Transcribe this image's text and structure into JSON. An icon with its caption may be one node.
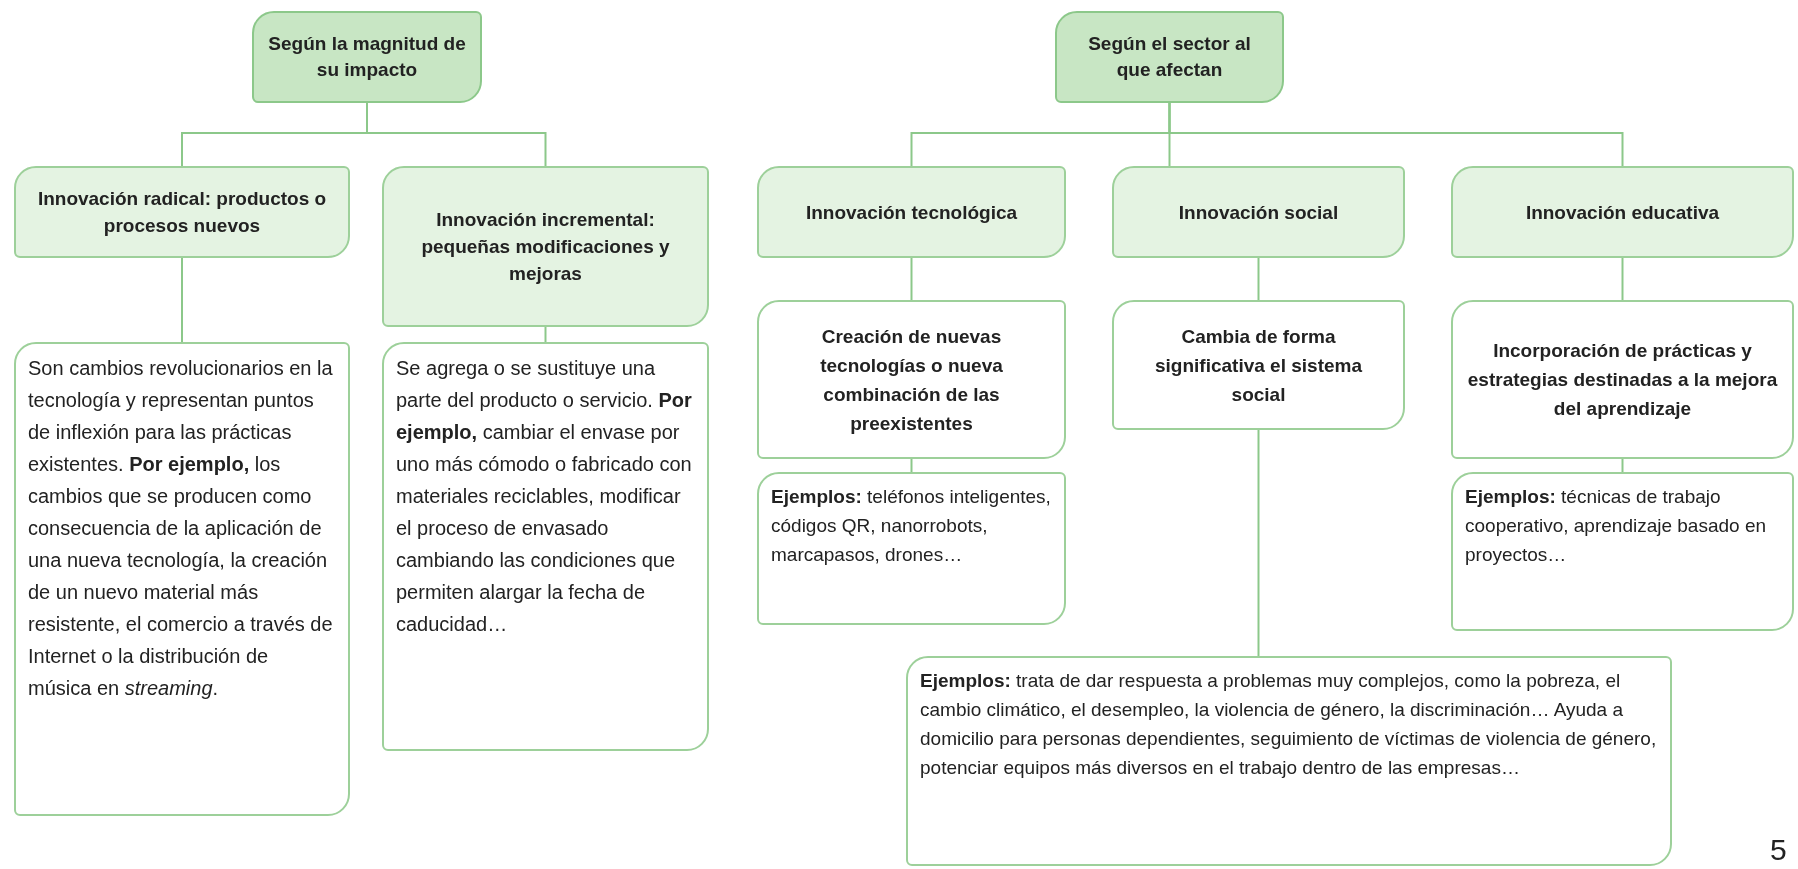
{
  "diagram": {
    "nodes": [
      {
        "text": [
          "Según la magnitud de su impacto"
        ]
      },
      {
        "text": [
          "Según el sector al que afectan"
        ]
      },
      {
        "text": [
          "Innovación radical: productos o procesos nuevos"
        ]
      },
      {
        "text": [
          "Innovación incremental: pequeñas modificaciones y mejoras"
        ]
      },
      {
        "text": [
          "Son cambios revolucionarios en la tecnología y representan puntos de inflexión para las prácticas existentes. **Por ejemplo,** los cambios que se producen como consecuencia de la aplicación de una nueva tecnología, la creación de un nuevo material más resistente, el comercio a través de Internet o la distribución de música en *streaming*."
        ]
      },
      {
        "text": [
          "Se agrega o se sustituye una parte del producto o servicio. **Por ejemplo,** cambiar el envase por uno más cómodo o fabricado con materiales reciclables, modificar el proceso de envasado cambiando las condiciones que permiten alargar la fecha de caducidad…"
        ]
      },
      {
        "text": [
          "Innovación tecnológica"
        ]
      },
      {
        "text": [
          "Innovación social"
        ]
      },
      {
        "text": [
          "Innovación educativa"
        ]
      },
      {
        "text": [
          "Creación de nuevas tecnologías o nueva combinación de las preexistentes"
        ]
      },
      {
        "text": [
          "Cambia de forma significativa el sistema social"
        ]
      },
      {
        "text": [
          "Incorporación de prácticas y estrategias destinadas a la mejora del aprendizaje"
        ]
      },
      {
        "text": [
          "**Ejemplos:** teléfonos inteligentes, códigos QR, nanorrobots, marcapasos, drones…"
        ]
      },
      {
        "text": [
          "**Ejemplos:** técnicas de trabajo cooperativo, aprendizaje basado en proyectos…"
        ]
      },
      {
        "text": [
          "**Ejemplos:** trata de dar respuesta a problemas muy complejos, como la pobreza, el cambio climático, el desempleo, la violencia de género, la discriminación… Ayuda a domicilio para personas dependientes, seguimiento de víctimas de violencia de género, potenciar equipos más diversos en el trabajo dentro de las empresas…"
        ]
      }
    ],
    "edges": [
      {
        "from": 0,
        "to": 2,
        "arrow": "none"
      },
      {
        "from": 0,
        "to": 3,
        "arrow": "none"
      },
      {
        "from": 1,
        "to": 6,
        "arrow": "none"
      },
      {
        "from": 1,
        "to": 7,
        "arrow": "none"
      },
      {
        "from": 1,
        "to": 8,
        "arrow": "none"
      },
      {
        "from": 2,
        "to": 4,
        "arrow": "none"
      },
      {
        "from": 3,
        "to": 5,
        "arrow": "none"
      },
      {
        "from": 6,
        "to": 9,
        "arrow": "none"
      },
      {
        "from": 9,
        "to": 12,
        "arrow": "none"
      },
      {
        "from": 7,
        "to": 10,
        "arrow": "none"
      },
      {
        "from": 10,
        "to": 14,
        "arrow": "none"
      },
      {
        "from": 8,
        "to": 11,
        "arrow": "none"
      },
      {
        "from": 11,
        "to": 13,
        "arrow": "none"
      }
    ],
    "labels": [
      "5"
    ]
  }
}
